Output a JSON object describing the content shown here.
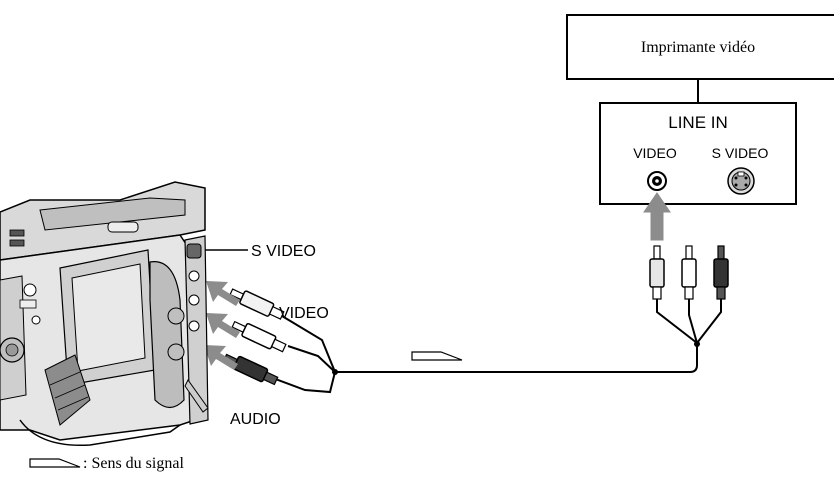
{
  "printer": {
    "title": "Imprimante vidéo",
    "input_panel_title": "LINE IN",
    "video_jack_label": "VIDEO",
    "svideo_jack_label": "S VIDEO"
  },
  "camcorder_labels": {
    "svideo": "S VIDEO",
    "video": "VIDEO",
    "audio": "AUDIO"
  },
  "legend": {
    "text": ": Sens du signal"
  },
  "plug_colors": {
    "video_plug": "#f2f2f2",
    "audio_left_plug": "#ffffff",
    "audio_right_plug": "#333333",
    "arrow_gray": "#8c8c8c"
  }
}
